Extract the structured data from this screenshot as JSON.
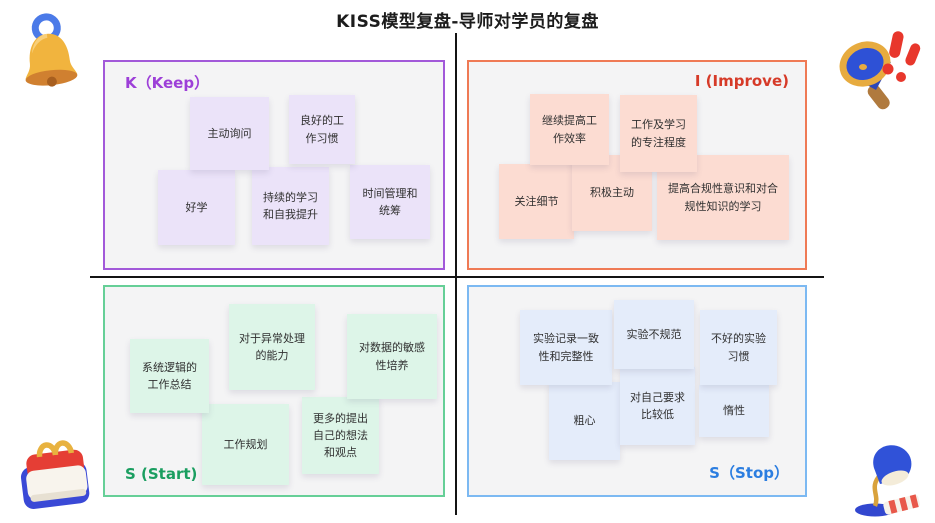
{
  "title": "KISS模型复盘-导师对学员的复盘",
  "quadrants": {
    "keep": {
      "label": "K（Keep）",
      "accent_color": "#9d3fd8",
      "border_color": "#a259d9",
      "note_color": "#ebe3f9",
      "notes": [
        "主动询问",
        "良好的工\n作习惯",
        "好学",
        "持续的学习\n和自我提升",
        "时间管理和\n统筹"
      ]
    },
    "improve": {
      "label": "I (Improve)",
      "accent_color": "#d63a28",
      "border_color": "#ef7a55",
      "note_color": "#fcdcd2",
      "notes": [
        "继续提高工\n作效率",
        "工作及学习\n的专注程度",
        "关注细节",
        "积极主动",
        "提高合规性意识和对合\n规性知识的学习"
      ]
    },
    "start": {
      "label": "S (Start)",
      "accent_color": "#1a9e60",
      "border_color": "#66cf97",
      "note_color": "#ddf5e8",
      "notes": [
        "系统逻辑的\n工作总结",
        "对于异常处理\n的能力",
        "对数据的敏感\n性培养",
        "工作规划",
        "更多的提出\n自己的想法\n和观点"
      ]
    },
    "stop": {
      "label": "S（Stop）",
      "accent_color": "#2b7de0",
      "border_color": "#7cb9f2",
      "note_color": "#e4ecfa",
      "notes": [
        "实验记录一致\n性和完整性",
        "实验不规范",
        "不好的实验\n习惯",
        "粗心",
        "对自己要求\n比较低",
        "惰性"
      ]
    }
  },
  "decorations": {
    "top_left": "bell-icon",
    "top_right": "megaphone-exclamation-icon",
    "bottom_left": "desk-calendar-icon",
    "bottom_right": "desk-lamp-notebook-icon"
  },
  "layout_colors": {
    "divider": "#141414",
    "quadrant_background": "#f4f4f5",
    "page_background": "#ffffff"
  }
}
